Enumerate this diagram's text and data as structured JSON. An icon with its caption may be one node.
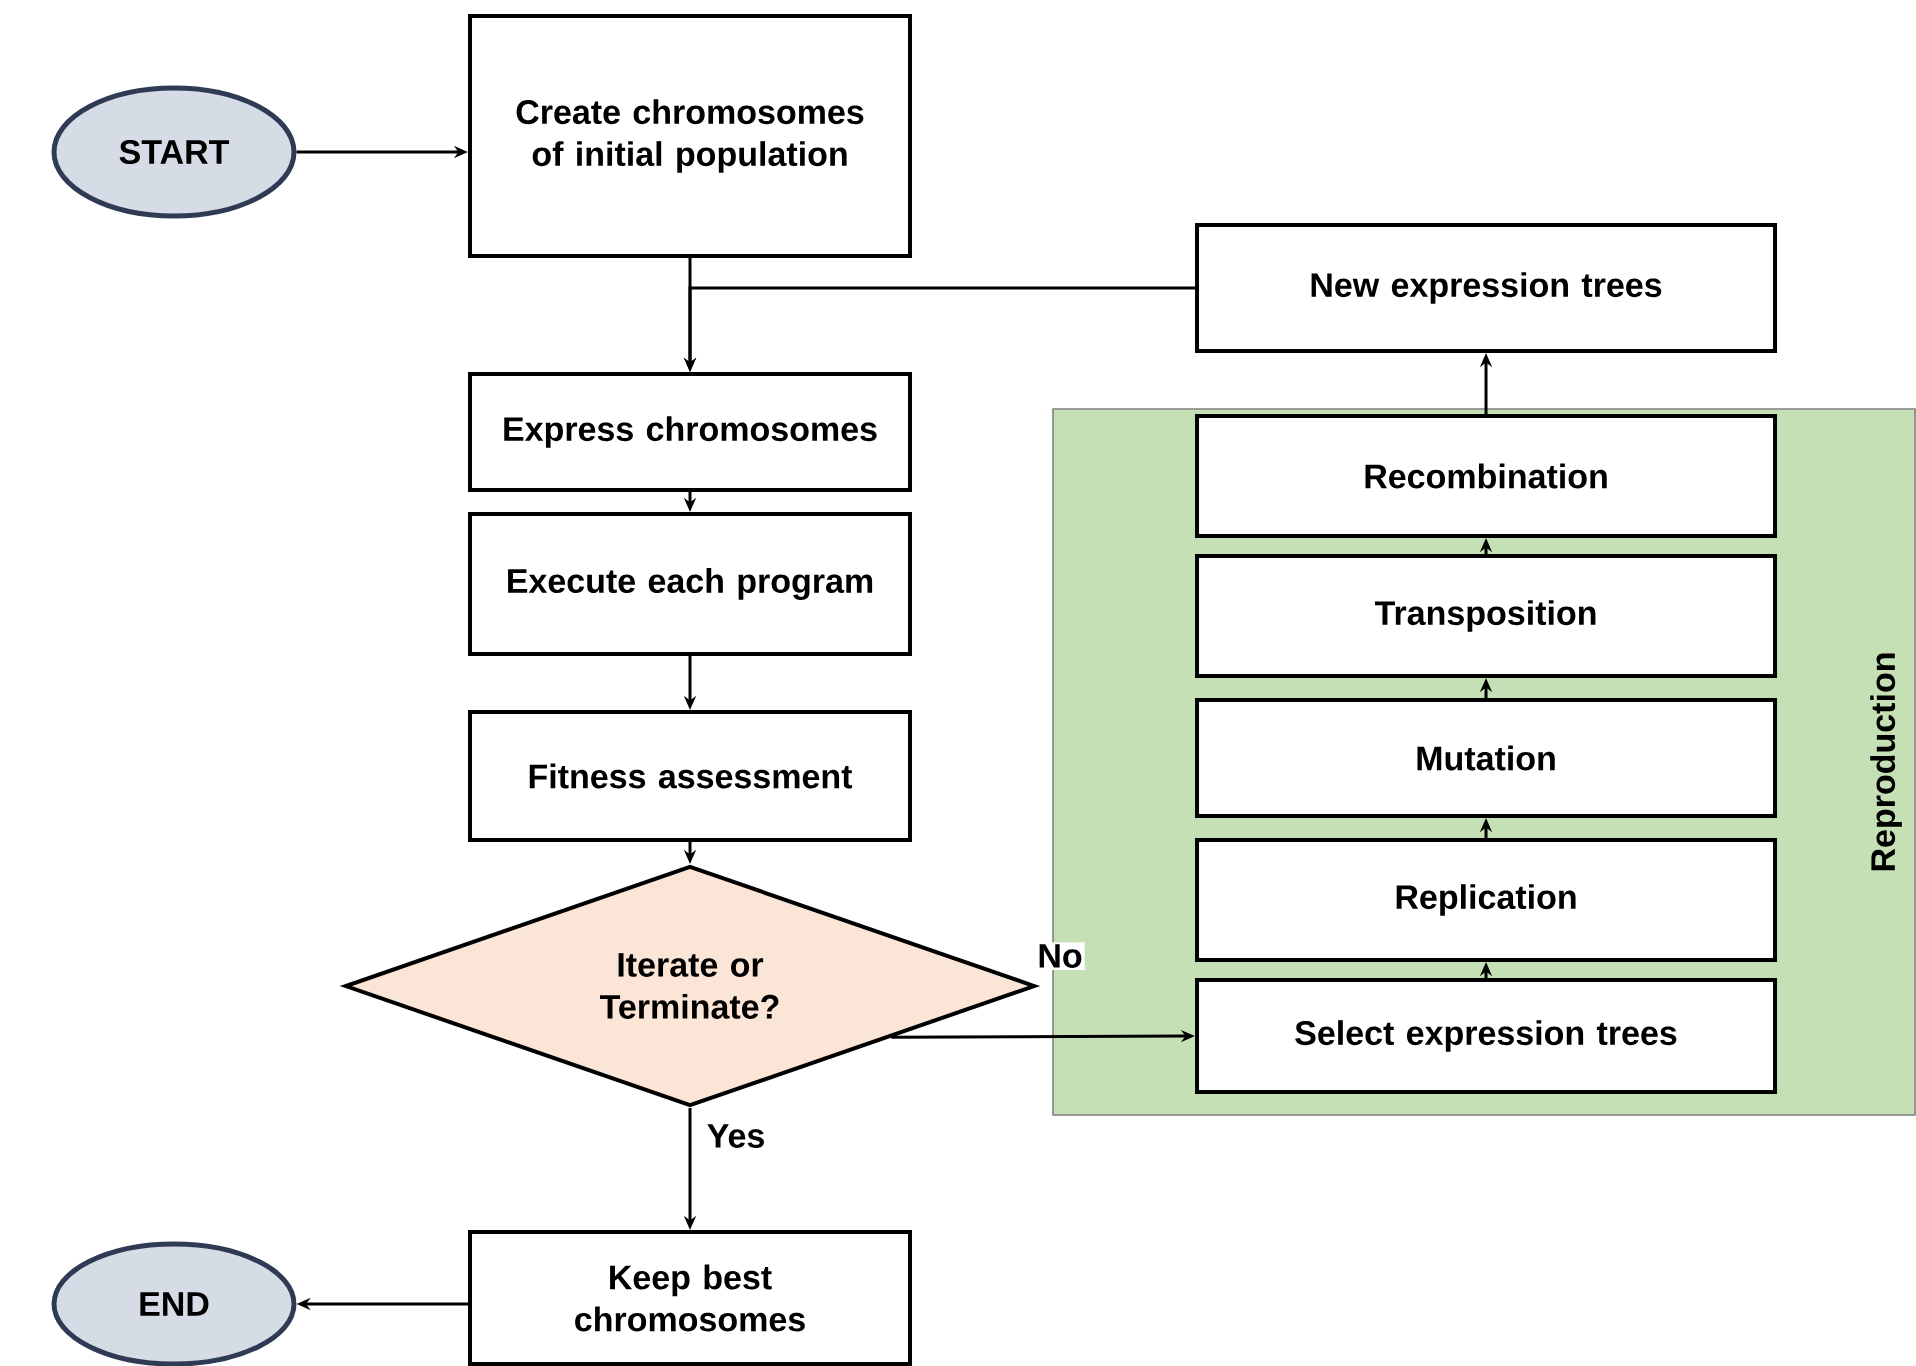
{
  "diagram": {
    "nodes": [
      {
        "text": [
          "START"
        ]
      },
      {
        "text": [
          "Create chromosomes of initial population"
        ]
      },
      {
        "text": [
          "Express chromosomes"
        ]
      },
      {
        "text": [
          "Execute each program"
        ]
      },
      {
        "text": [
          "Fitness assessment"
        ]
      },
      {
        "text": [
          "Iterate or Terminate?"
        ]
      },
      {
        "text": [
          "Keep best chromosomes"
        ]
      },
      {
        "text": [
          "END"
        ]
      },
      {
        "text": [
          "New expression trees"
        ]
      },
      {
        "text": [
          "Reproduction"
        ]
      },
      {
        "text": [
          "Recombination"
        ],
        "in": 9
      },
      {
        "text": [
          "Transposition"
        ],
        "in": 9
      },
      {
        "text": [
          "Mutation"
        ],
        "in": 9
      },
      {
        "text": [
          "Replication"
        ],
        "in": 9
      },
      {
        "text": [
          "Select expression trees"
        ],
        "in": 9
      }
    ],
    "edges": [
      {
        "from": 0,
        "to": 1,
        "arrow": "to"
      },
      {
        "from": 1,
        "to": 2,
        "arrow": "to"
      },
      {
        "from": 8,
        "to": 2,
        "arrow": "to"
      },
      {
        "from": 2,
        "to": 3,
        "arrow": "to"
      },
      {
        "from": 3,
        "to": 4,
        "arrow": "to"
      },
      {
        "from": 4,
        "to": 5,
        "arrow": "to"
      },
      {
        "from": 5,
        "to": 14,
        "arrow": "to",
        "label": "No"
      },
      {
        "from": 5,
        "to": 6,
        "arrow": "to",
        "label": "Yes"
      },
      {
        "from": 6,
        "to": 7,
        "arrow": "to"
      },
      {
        "from": 14,
        "to": 13,
        "arrow": "to"
      },
      {
        "from": 13,
        "to": 12,
        "arrow": "to"
      },
      {
        "from": 12,
        "to": 11,
        "arrow": "to"
      },
      {
        "from": 11,
        "to": 10,
        "arrow": "to"
      },
      {
        "from": 10,
        "to": 8,
        "arrow": "to"
      }
    ]
  }
}
